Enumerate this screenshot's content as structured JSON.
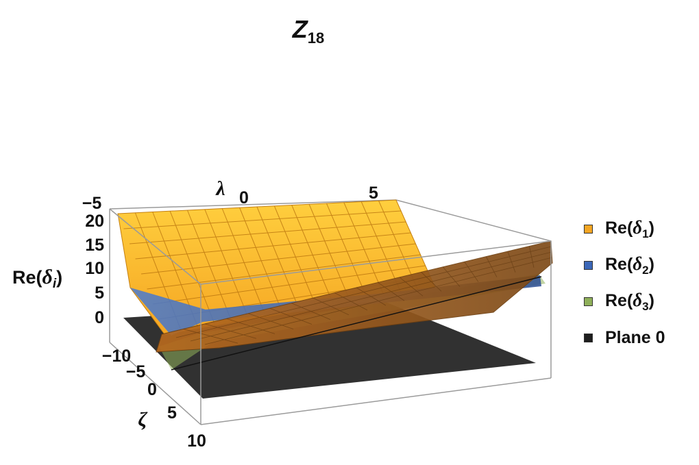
{
  "chart_data": {
    "type": "surface3d",
    "title": {
      "text": "Z",
      "subscript": "18"
    },
    "axes": {
      "x": {
        "label": "λ",
        "ticks": [
          "−5",
          "0",
          "5"
        ]
      },
      "y": {
        "label": "ζ",
        "ticks": [
          "−10",
          "−5",
          "0",
          "5",
          "10"
        ]
      },
      "z": {
        "label_prefix": "Re(",
        "label_symbol": "δ",
        "label_subscript": "i",
        "label_suffix": ")",
        "ticks": [
          "0",
          "5",
          "10",
          "15",
          "20"
        ]
      }
    },
    "zlim": [
      0,
      20
    ],
    "legend_position": "right",
    "series": [
      {
        "name": "Re(δ1)",
        "symbol": "δ",
        "subscript": "1",
        "color": "#f5a623",
        "surface": "quadratic bowl in ζ, ~20 at ζ = −10, ~0 near ζ = −6"
      },
      {
        "name": "Re(δ2)",
        "symbol": "δ",
        "subscript": "2",
        "color": "#3b67b8",
        "surface": "rising plane, ~0 at ζ = −6, ~10 at ζ = 10"
      },
      {
        "name": "Re(δ3)",
        "symbol": "δ",
        "subscript": "3",
        "color": "#8fb05a",
        "surface": "rising plane below Re(δ2)"
      },
      {
        "name": "Plane 0",
        "color": "#1e1e1e",
        "surface": "flat reference plane at 0"
      }
    ]
  }
}
